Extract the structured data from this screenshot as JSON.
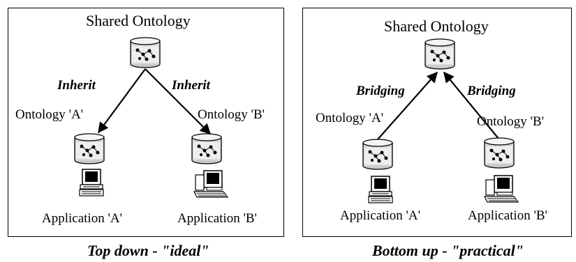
{
  "left": {
    "shared_label": "Shared Ontology",
    "edge_left": "Inherit",
    "edge_right": "Inherit",
    "ontology_a": "Ontology 'A'",
    "ontology_b": "Ontology 'B'",
    "app_a": "Application 'A'",
    "app_b": "Application 'B'",
    "caption": "Top down - \"ideal\""
  },
  "right": {
    "shared_label": "Shared Ontology",
    "edge_left": "Bridging",
    "edge_right": "Bridging",
    "ontology_a": "Ontology 'A'",
    "ontology_b": "Ontology 'B'",
    "app_a": "Application 'A'",
    "app_b": "Application 'B'",
    "caption": "Bottom up - \"practical\""
  },
  "icons": [
    "database-cylinder-icon",
    "desktop-computer-icon",
    "pc-keyboard-computer-icon"
  ]
}
